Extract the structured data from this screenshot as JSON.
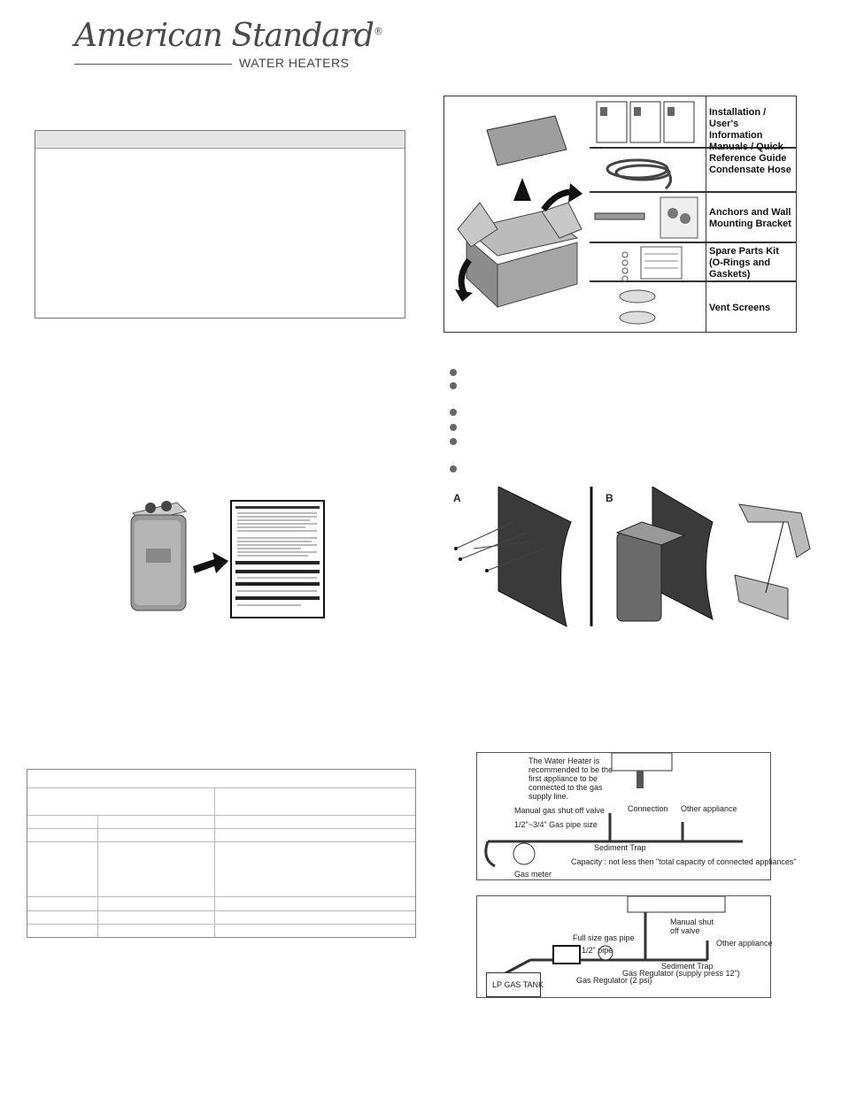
{
  "logo": {
    "brand": "American Standard",
    "registered": "®",
    "subtitle": "WATER HEATERS"
  },
  "contents_figure": {
    "items": [
      {
        "label": "Installation / User's Information Manuals / Quick Reference Guide"
      },
      {
        "label": "Condensate Hose"
      },
      {
        "label": "Anchors and Wall Mounting Bracket"
      },
      {
        "label": "Spare Parts Kit (O-Rings and Gaskets)"
      },
      {
        "label": "Vent Screens"
      }
    ]
  },
  "mount_figure": {
    "label_a": "A",
    "label_b": "B"
  },
  "gas_diagram_1": {
    "note": "The Water Heater is recommended to be the first appliance to be connected to the gas supply line.",
    "connection": "Connection",
    "other_appliance": "Other appliance",
    "shutoff": "Manual gas shut off valve",
    "pipe_size": "1/2\"~3/4\" Gas pipe size",
    "sediment_trap": "Sediment Trap",
    "capacity": "Capacity : not less then \"total capacity of connected appliances\"",
    "meter": "Gas meter"
  },
  "gas_diagram_2": {
    "shutoff": "Manual shut off valve",
    "full_size_pipe": "Full size gas pipe",
    "half_pipe": "1/2\" pipe",
    "other_appliance": "Other appliance",
    "sediment_trap": "Sediment Trap",
    "regulator_supply": "Gas Regulator (supply press 12\")",
    "regulator_2psi": "Gas Regulator (2 psi)",
    "tank": "LP GAS TANK"
  },
  "colors": {
    "logo": "#4a4a4a",
    "box_header": "#e6e6e6",
    "bullet": "#666666"
  }
}
